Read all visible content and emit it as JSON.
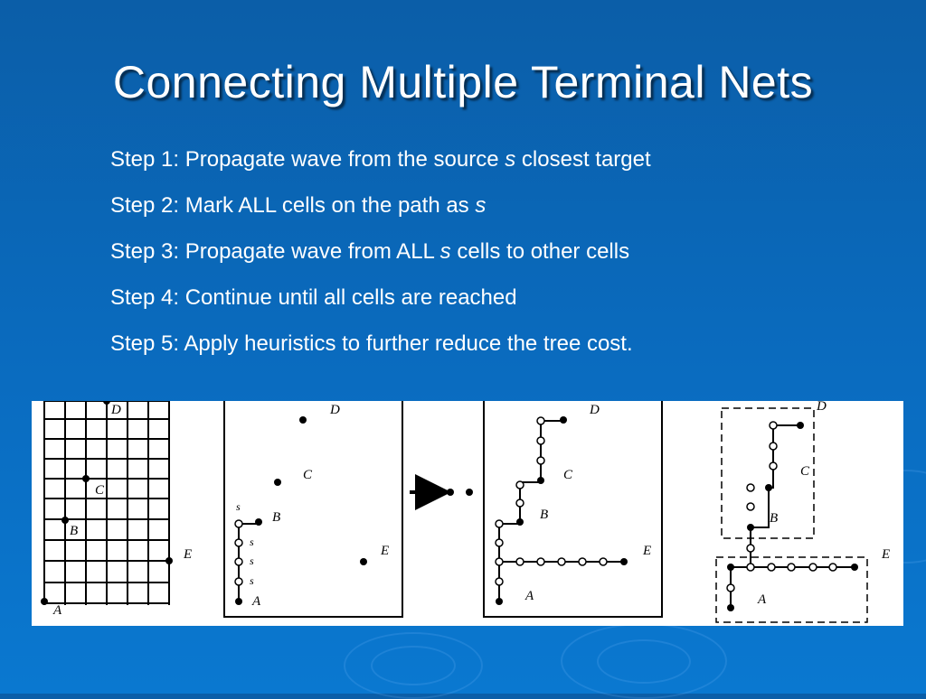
{
  "slide": {
    "title": "Connecting Multiple Terminal Nets",
    "steps": [
      {
        "pre": "Step 1: Propagate wave from the source ",
        "em": "s",
        "post": " closest target"
      },
      {
        "pre": "Step 2: Mark ALL cells on the path as ",
        "em": "s",
        "post": ""
      },
      {
        "pre": "Step 3: Propagate wave from ALL ",
        "em": "s",
        "post": " cells to other cells"
      },
      {
        "pre": "Step 4: Continue until all cells are reached",
        "em": "",
        "post": ""
      },
      {
        "pre": "Step 5: Apply heuristics to further reduce the tree cost.",
        "em": "",
        "post": ""
      }
    ]
  },
  "figure": {
    "terminal_labels": [
      "A",
      "B",
      "C",
      "D",
      "E"
    ],
    "source_mark": "s"
  },
  "colors": {
    "background": "#0a6cc0",
    "text": "#ffffff",
    "figure_bg": "#ffffff",
    "ink": "#000000"
  }
}
